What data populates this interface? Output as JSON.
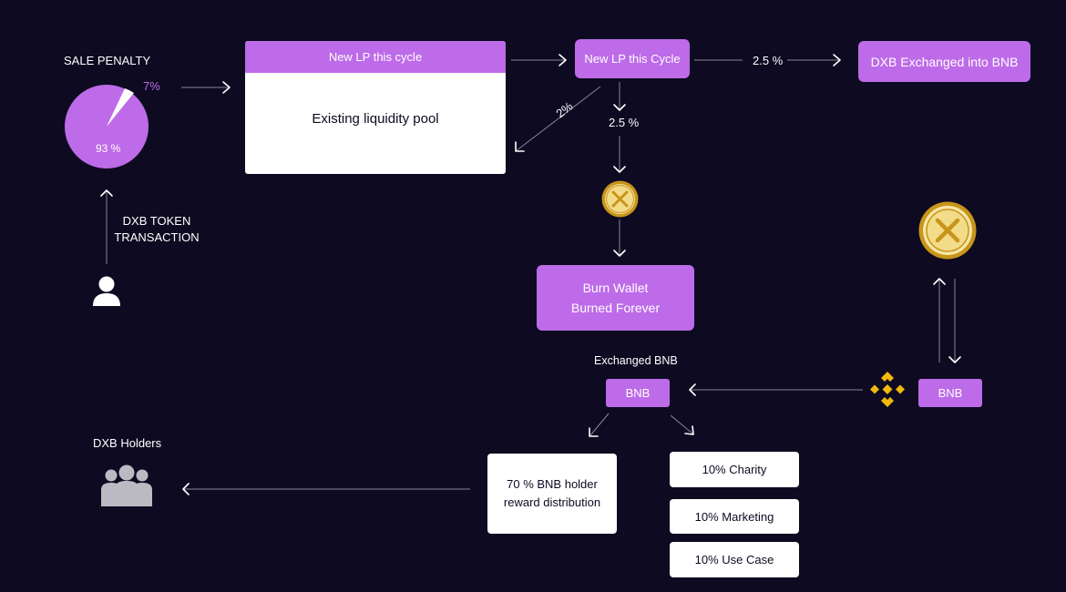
{
  "colors": {
    "background": "#0d0a21",
    "accent": "#bd6be8",
    "line": "#8a8796",
    "gold": "#d4a21f",
    "binance": "#f0b90b"
  },
  "sale_penalty": {
    "title": "SALE PENALTY",
    "pie": {
      "slices": [
        {
          "label": "93 %",
          "value": 93
        },
        {
          "label": "7%",
          "value": 7
        }
      ]
    }
  },
  "token_tx": {
    "line1": "DXB TOKEN",
    "line2": "TRANSACTION"
  },
  "lp_box": {
    "header": "New LP this cycle",
    "body": "Existing liquidity pool"
  },
  "new_lp_cycle": "New LP this Cycle",
  "pct_2_5_right": "2.5 %",
  "pct_2_5_down": "2.5 %",
  "pct_2": "2%",
  "exchanged_into_bnb": "DXB Exchanged into BNB",
  "burn_wallet": {
    "line1": "Burn Wallet",
    "line2": "Burned Forever"
  },
  "exchanged_bnb_label": "Exchanged BNB",
  "bnb_left": "BNB",
  "bnb_right": "BNB",
  "holders_label": "DXB Holders",
  "reward_box": {
    "line1": "70 % BNB holder",
    "line2": "reward distribution"
  },
  "allocations": [
    "10% Charity",
    "10% Marketing",
    "10% Use Case"
  ],
  "icons": [
    "user-icon",
    "users-icon",
    "dxb-coin-icon",
    "binance-icon"
  ]
}
